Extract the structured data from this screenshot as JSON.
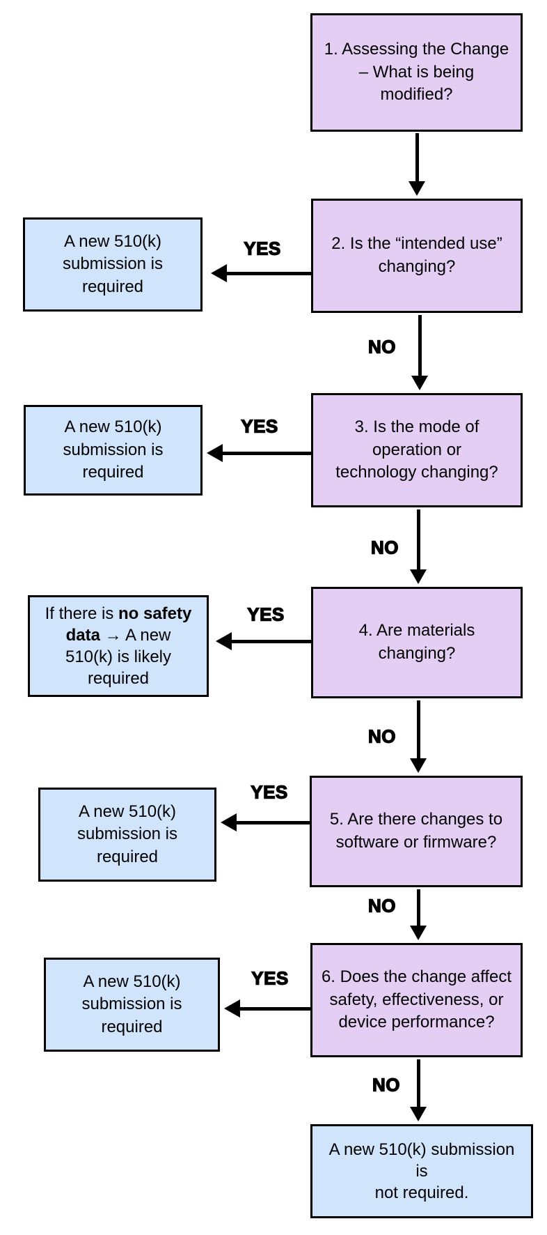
{
  "colors": {
    "question_fill": "#e4cef4",
    "result_fill": "#d0e4fc",
    "border": "#000000",
    "background": "#ffffff",
    "text": "#000000"
  },
  "labels": {
    "yes": "YES",
    "no": "NO"
  },
  "nodes": {
    "q1": "1. Assessing the Change\n– What is being\nmodified?",
    "q2": "2. Is the “intended use”\nchanging?",
    "q3": "3. Is the mode of\noperation or\ntechnology changing?",
    "q4": "4. Are materials\nchanging?",
    "q5": "5. Are there changes to\nsoftware or firmware?",
    "q6": "6. Does the change affect\nsafety, effectiveness, or\ndevice performance?",
    "result_new_510k": "A new 510(k)\nsubmission is\nrequired",
    "result_no_safety_segments": [
      {
        "text": "If there is ",
        "bold": false
      },
      {
        "text": "no safety\ndata",
        "bold": true
      },
      {
        "text": " → A new\n510(k) is likely\nrequired",
        "bold": false
      }
    ],
    "result_not_required": "A new 510(k) submission\nis\nnot required."
  }
}
